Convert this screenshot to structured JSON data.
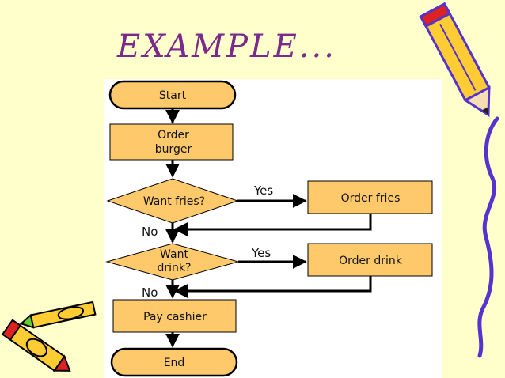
{
  "slide": {
    "title": "EXAMPLE..."
  },
  "flowchart": {
    "start": "Start",
    "order_burger": [
      "Order",
      "burger"
    ],
    "want_fries": "Want fries?",
    "order_fries": "Order fries",
    "want_drink": [
      "Want",
      "drink?"
    ],
    "order_drink": "Order drink",
    "pay_cashier": "Pay cashier",
    "end": "End",
    "yes_fries": "Yes",
    "no_fries": "No",
    "yes_drink": "Yes",
    "no_drink": "No"
  },
  "decorations": {
    "pencil_top_right": "pencil-icon",
    "pencils_bottom_left": "pencils-icon",
    "squiggle_right": "squiggle-line",
    "colors": {
      "pencil_yellow": "#ffcc33",
      "outline": "#5533cc",
      "tip_red": "#dd2222",
      "node_fill": "#fdc96a",
      "title": "#7a2a8a"
    }
  }
}
